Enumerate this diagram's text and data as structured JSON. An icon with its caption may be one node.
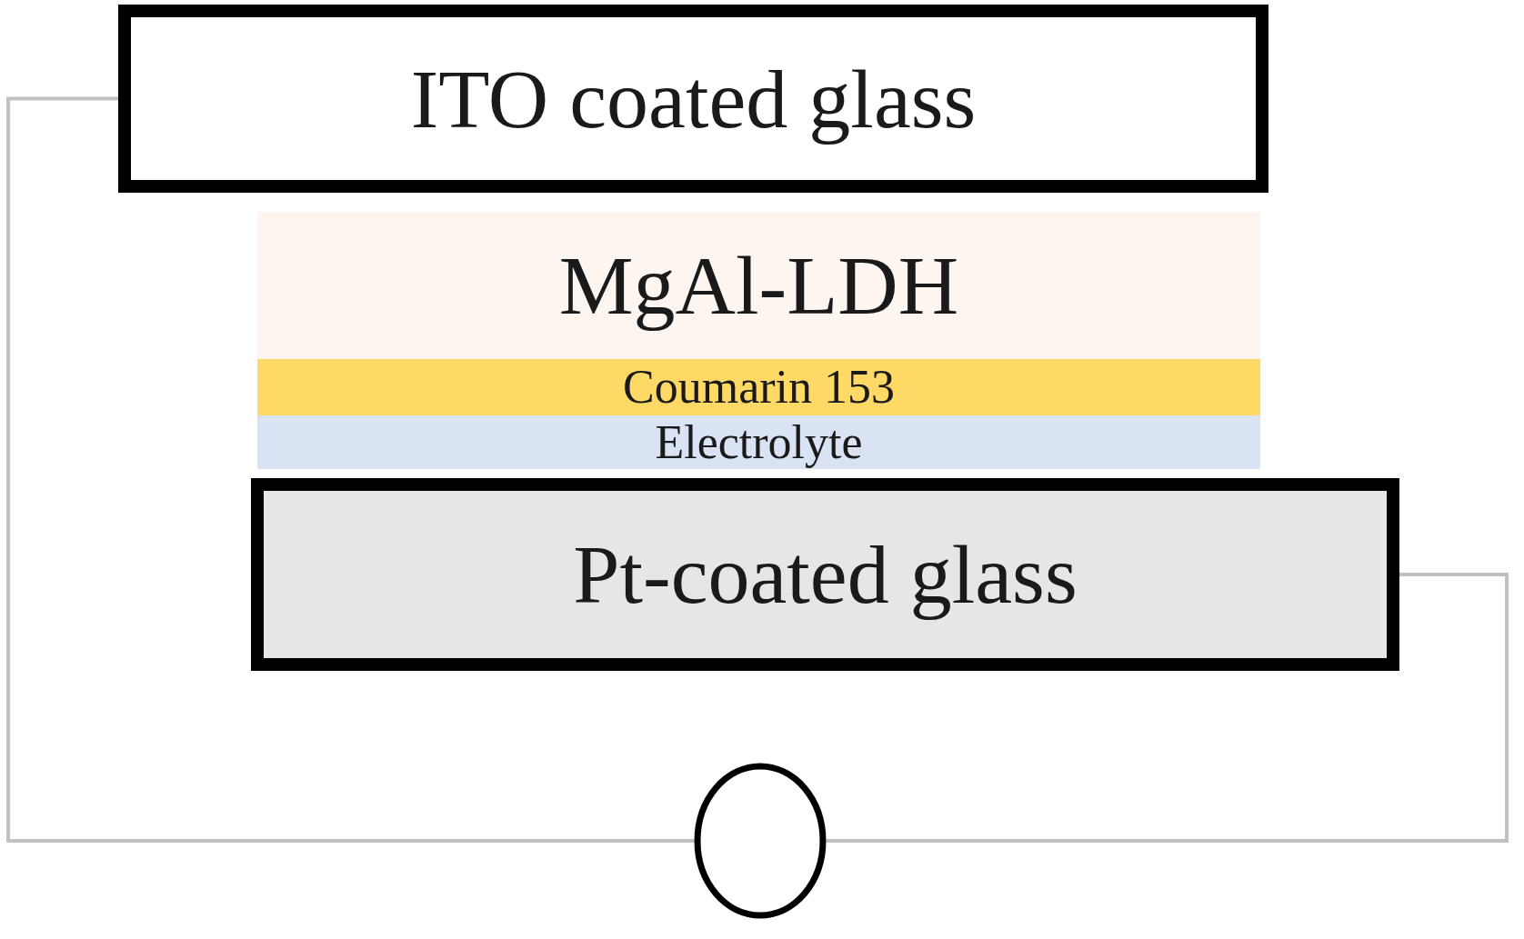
{
  "diagram": {
    "nodes": [
      {
        "text": [
          "ITO coated glass"
        ]
      },
      {
        "text": [
          "MgAl-LDH"
        ]
      },
      {
        "text": [
          "Coumarin 153"
        ]
      },
      {
        "text": [
          "Electrolyte"
        ]
      },
      {
        "text": [
          "Pt-coated glass"
        ]
      },
      {
        "text": [],
        "shape": "circle"
      }
    ],
    "edges": [
      {
        "from": 0,
        "to": 5,
        "arrow": "none"
      },
      {
        "from": 4,
        "to": 5,
        "arrow": "none"
      }
    ]
  }
}
